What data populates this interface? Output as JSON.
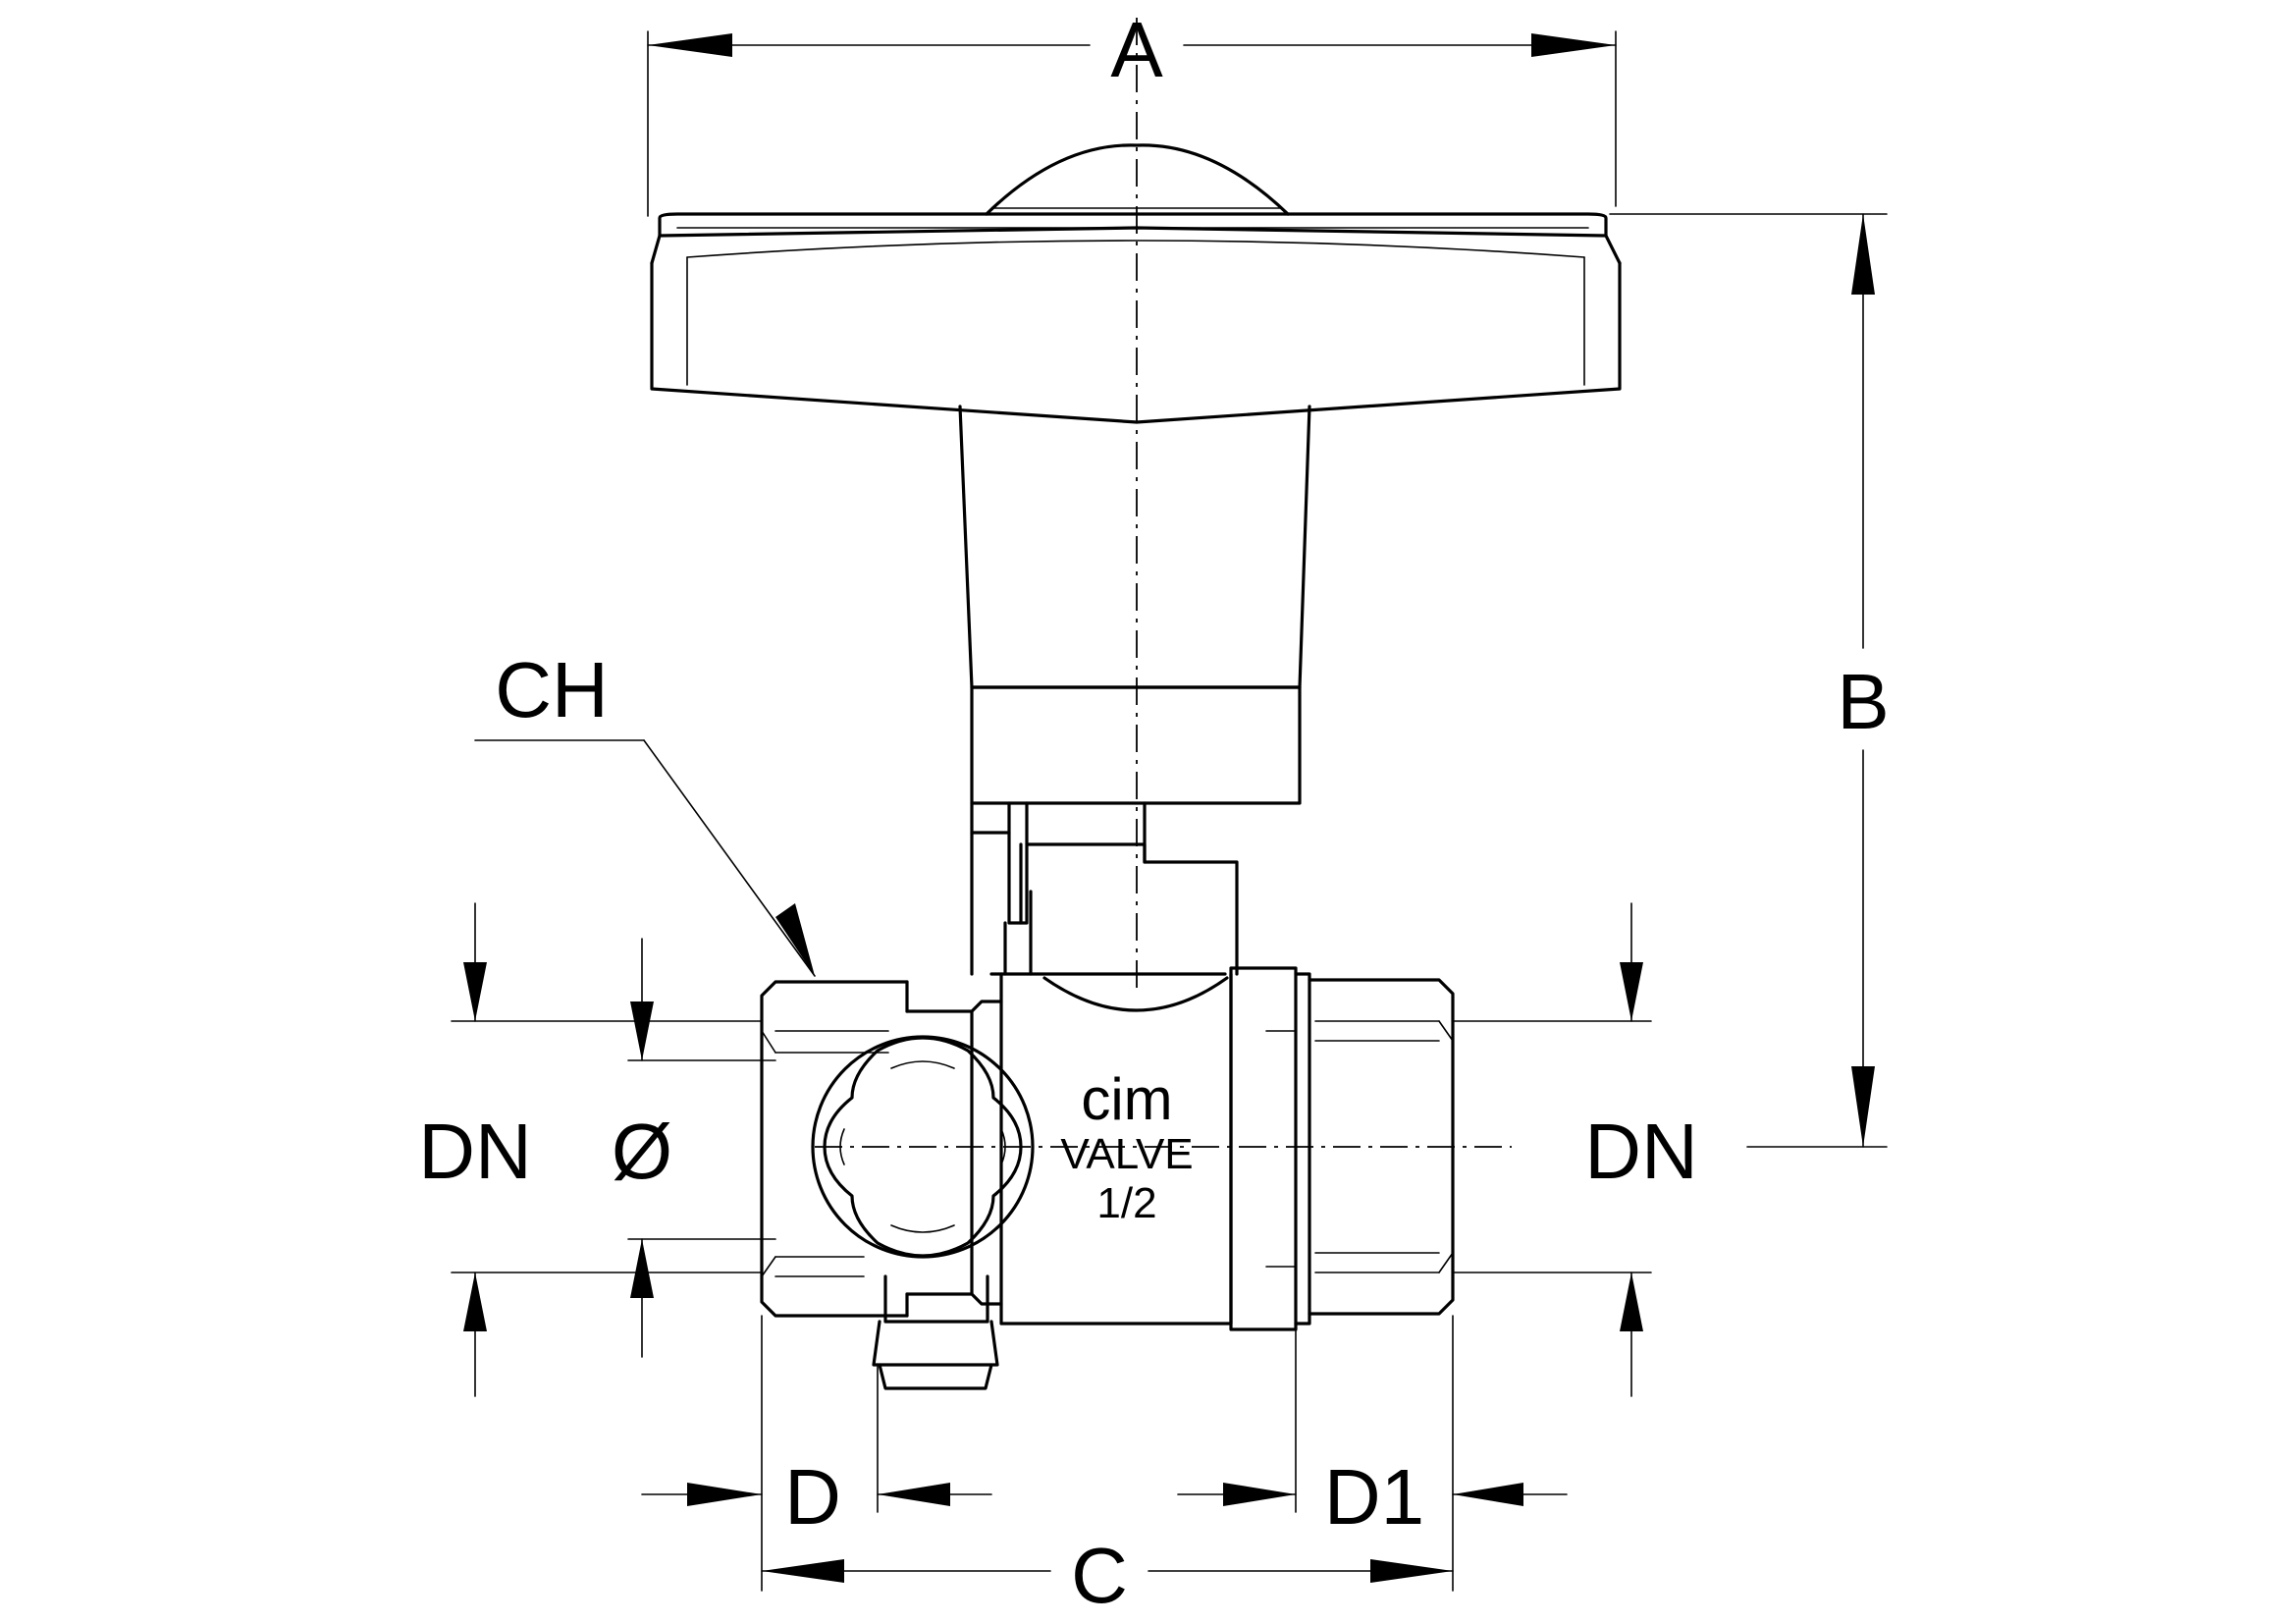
{
  "labels": {
    "A": "A",
    "B": "B",
    "C": "C",
    "D": "D",
    "D1": "D1",
    "CH": "CH",
    "DN_left": "DN",
    "DN_right": "DN",
    "diameter": "Ø"
  },
  "body_marking": {
    "brand": "cim",
    "line2": "VALVE",
    "size": "1/2"
  },
  "colors": {
    "line": "#000000",
    "background": "#ffffff"
  }
}
